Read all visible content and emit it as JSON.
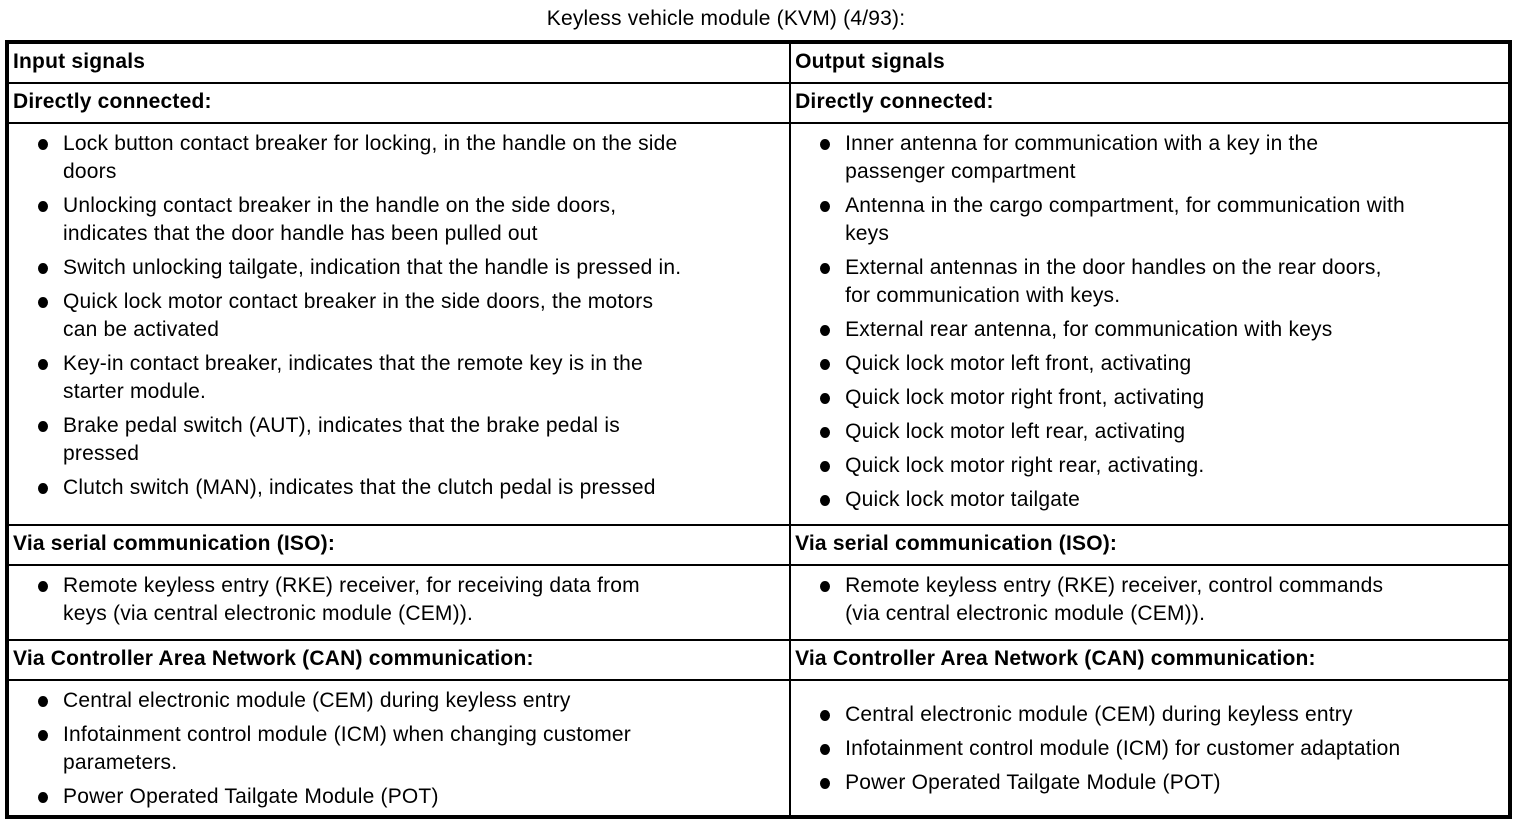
{
  "title": "Keyless vehicle module (KVM) (4/93):",
  "table": {
    "columns": [
      {
        "header": "Input signals",
        "sections": [
          {
            "label": "Directly connected:",
            "items": [
              "Lock button contact breaker for locking, in the handle on the side\ndoors",
              "Unlocking contact breaker in the handle on the side doors,\nindicates that the door handle has been pulled out",
              "Switch unlocking tailgate, indication that the handle is pressed in.",
              "Quick lock motor contact breaker in the side doors, the motors\ncan be activated",
              "Key-in contact breaker, indicates that the remote key is in the\nstarter module.",
              "Brake pedal switch (AUT), indicates that the brake pedal is\npressed",
              "Clutch switch (MAN), indicates that the clutch pedal is pressed"
            ]
          },
          {
            "label": "Via serial communication (ISO):",
            "items": [
              "Remote keyless entry (RKE) receiver, for receiving data from\nkeys (via central electronic module (CEM))."
            ]
          },
          {
            "label": "Via Controller Area Network (CAN) communication:",
            "items": [
              "Central electronic module (CEM) during keyless entry",
              "Infotainment control module (ICM) when changing customer\nparameters.",
              "Power Operated Tailgate Module (POT)"
            ]
          }
        ]
      },
      {
        "header": "Output signals",
        "sections": [
          {
            "label": "Directly connected:",
            "items": [
              "Inner antenna for communication with a key in the\npassenger compartment",
              "Antenna in the cargo compartment, for communication with\nkeys",
              "External antennas in the door handles on the rear doors,\nfor communication with keys.",
              "External rear antenna, for communication with keys",
              "Quick lock motor left front, activating",
              "Quick lock motor right front, activating",
              "Quick lock motor left rear, activating",
              "Quick lock motor right rear, activating.",
              "Quick lock motor tailgate"
            ]
          },
          {
            "label": "Via serial communication (ISO):",
            "items": [
              "Remote keyless entry (RKE) receiver, control commands\n(via central electronic module (CEM))."
            ]
          },
          {
            "label": "Via Controller Area Network (CAN) communication:",
            "items": [
              "Central electronic module (CEM) during keyless entry",
              "Infotainment control module (ICM) for customer adaptation",
              "Power Operated Tailgate Module (POT)"
            ]
          }
        ]
      }
    ]
  },
  "colors": {
    "text": "#000000",
    "background": "#ffffff",
    "border": "#000000"
  }
}
